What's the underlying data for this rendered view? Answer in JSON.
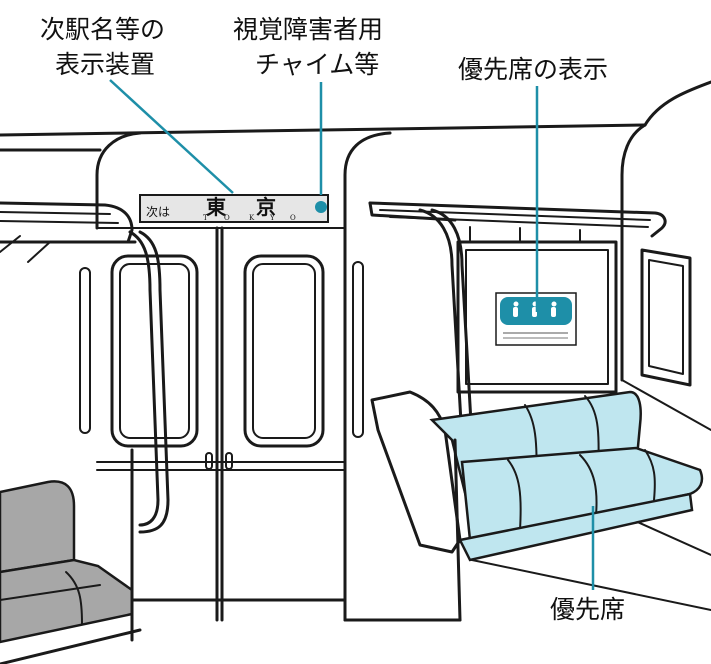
{
  "labels": {
    "display_line1": "次駅名等の",
    "display_line2": "表示装置",
    "chime_line1": "視覚障害者用",
    "chime_line2": "チャイム等",
    "priority_sign": "優先席の表示",
    "priority_seat": "優先席"
  },
  "sign": {
    "prefix": "次は",
    "station_char1": "東",
    "station_char2": "京",
    "romaji": [
      "T",
      "O",
      "K",
      "Y",
      "O"
    ]
  },
  "colors": {
    "line_color": "#1e8fa8",
    "seat_blue": "#bfe6ef",
    "window_blue": "#d9f1f6",
    "seat_gray": "#a7a7a7",
    "sign_panel": "#e6e6e6",
    "chime_dot": "#1e8fa8"
  }
}
